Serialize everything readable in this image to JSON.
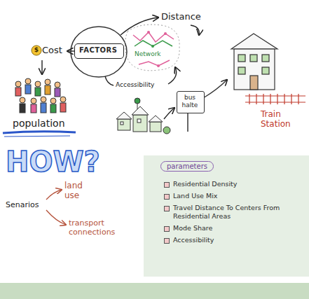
{
  "diagram": {
    "nodes": [
      {
        "text": [
          "FACTORS"
        ]
      },
      {
        "text": [
          "bus halte"
        ]
      },
      {
        "text": [
          "parameters",
          "Residential Density",
          "Land Use Mix",
          "Travel Distance To Centers From Residential Areas",
          "Mode Share",
          "Accessibility"
        ]
      }
    ],
    "labels": [
      "$",
      "Cost",
      "Distance",
      "Network",
      "Accessibility",
      "population",
      "Train Station",
      "HOW?",
      "Senarios",
      "land use",
      "transport connections"
    ]
  }
}
